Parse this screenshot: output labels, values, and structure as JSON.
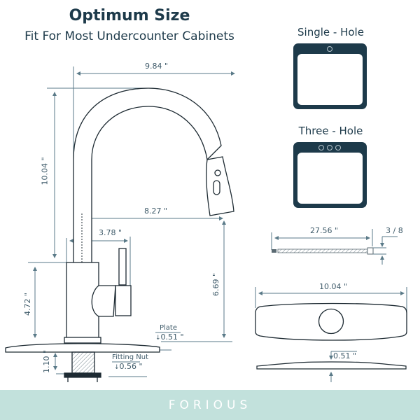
{
  "header": {
    "title": "Optimum Size",
    "subtitle": "Fit For Most Undercounter Cabinets"
  },
  "sink_types": [
    {
      "label": "Single - Hole",
      "holes": 1
    },
    {
      "label": "Three - Hole",
      "holes": 3
    }
  ],
  "faucet_dimensions": {
    "width_total": "9.84 \"",
    "height_total": "10.04 \"",
    "spout_reach": "8.27 \"",
    "handle_reach": "3.78 \"",
    "spout_height": "6.69 \"",
    "base_height": "4.72 \"",
    "shank_length": "1.10 \"",
    "plate_label": "Plate",
    "plate_thickness": "0.51 \"",
    "fitting_nut_label": "Fitting Nut",
    "fitting_nut_size": "0.56 \""
  },
  "hose": {
    "length": "27.56 \"",
    "connector": "3 / 8"
  },
  "deck_plate": {
    "width": "10.04 \"",
    "thickness": "0.51 \""
  },
  "footer": {
    "brand": "FORIOUS"
  },
  "colors": {
    "primary": "#1d3a4a",
    "dimension_line": "#5a7a88",
    "footer_bg": "#c2e1dc",
    "footer_text": "#ffffff"
  }
}
